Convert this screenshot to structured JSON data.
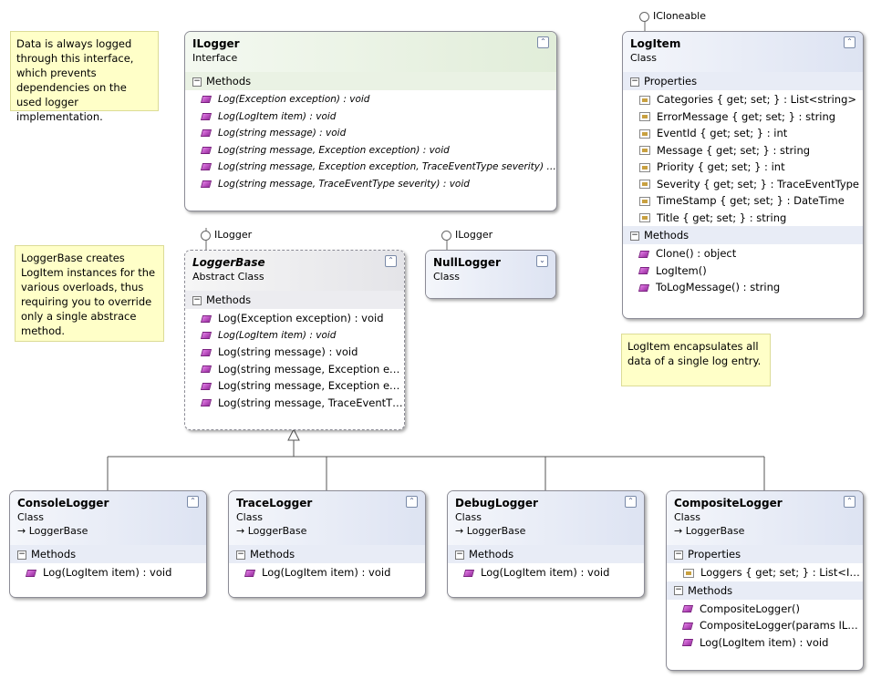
{
  "notes": {
    "ilogger": "Data is always logged through this interface, which prevents dependencies on the used logger implementation.",
    "loggerbase": "LoggerBase creates LogItem instances for the various overloads, thus requiring you to override only a single abstrace method.",
    "logitem": "LogItem encapsulates all data of a single log entry."
  },
  "lollipops": {
    "icloneable": "ICloneable",
    "ilogger_base": "ILogger",
    "ilogger_null": "ILogger"
  },
  "ilogger": {
    "name": "ILogger",
    "kind": "Interface",
    "methods_label": "Methods",
    "methods": [
      "Log(Exception exception) : void",
      "Log(LogItem item) : void",
      "Log(string message) : void",
      "Log(string message, Exception exception) : void",
      "Log(string message, Exception exception, TraceEventType severity) : void",
      "Log(string message, TraceEventType severity) : void"
    ]
  },
  "logitem": {
    "name": "LogItem",
    "kind": "Class",
    "properties_label": "Properties",
    "properties": [
      "Categories { get; set; } : List<string>",
      "ErrorMessage { get; set; } : string",
      "EventId { get; set; } : int",
      "Message { get; set; } : string",
      "Priority { get; set; } : int",
      "Severity { get; set; } : TraceEventType",
      "TimeStamp { get; set; } : DateTime",
      "Title { get; set; } : string"
    ],
    "methods_label": "Methods",
    "methods": [
      "Clone() : object",
      "LogItem()",
      "ToLogMessage() : string"
    ]
  },
  "loggerbase": {
    "name": "LoggerBase",
    "kind": "Abstract Class",
    "methods_label": "Methods",
    "methods": [
      "Log(Exception exception) : void",
      "Log(LogItem item) : void",
      "Log(string message) : void",
      "Log(string message,  Exception ex…",
      "Log(string message,  Exception ex…",
      "Log(string  message,  TraceEventT…"
    ]
  },
  "nulllogger": {
    "name": "NullLogger",
    "kind": "Class"
  },
  "consolelogger": {
    "name": "ConsoleLogger",
    "kind": "Class",
    "base": "LoggerBase",
    "methods_label": "Methods",
    "methods": [
      "Log(LogItem item) : void"
    ]
  },
  "tracelogger": {
    "name": "TraceLogger",
    "kind": "Class",
    "base": "LoggerBase",
    "methods_label": "Methods",
    "methods": [
      "Log(LogItem item) : void"
    ]
  },
  "debuglogger": {
    "name": "DebugLogger",
    "kind": "Class",
    "base": "LoggerBase",
    "methods_label": "Methods",
    "methods": [
      "Log(LogItem item) : void"
    ]
  },
  "compositelogger": {
    "name": "CompositeLogger",
    "kind": "Class",
    "base": "LoggerBase",
    "properties_label": "Properties",
    "properties": [
      "Loggers { get; set; } : List<ILo…"
    ],
    "methods_label": "Methods",
    "methods": [
      "CompositeLogger()",
      "CompositeLogger(params IL…",
      "Log(LogItem item) : void"
    ]
  },
  "glyphs": {
    "collapse": "⌃",
    "expand": "⌄",
    "minus": "−",
    "inherits": "→"
  }
}
